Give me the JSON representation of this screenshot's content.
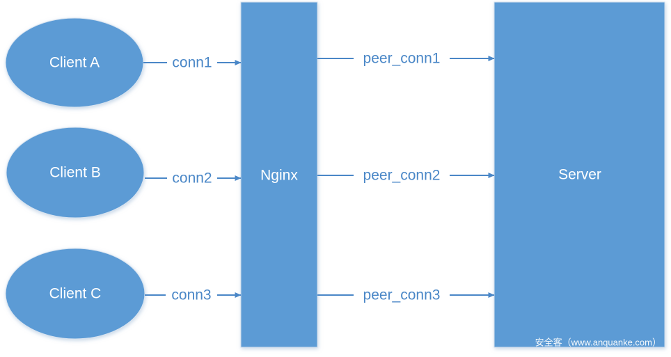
{
  "diagram": {
    "title": "Nginx connection multiplexing diagram",
    "colors": {
      "node_fill": "#5b9bd5",
      "node_stroke": "#c7d6e5",
      "node_text": "#ffffff",
      "edge_line": "#4a87c7",
      "edge_text": "#4a87c7",
      "background": "#ffffff"
    },
    "clients": [
      {
        "label": "Client A"
      },
      {
        "label": "Client B"
      },
      {
        "label": "Client C"
      }
    ],
    "proxy": {
      "label": "Nginx"
    },
    "server": {
      "label": "Server"
    },
    "client_edges": [
      {
        "label": "conn1"
      },
      {
        "label": "conn2"
      },
      {
        "label": "conn3"
      }
    ],
    "upstream_edges": [
      {
        "label": "peer_conn1"
      },
      {
        "label": "peer_conn2"
      },
      {
        "label": "peer_conn3"
      }
    ],
    "watermark": {
      "label": "安全客（www.anquanke.com）"
    }
  }
}
